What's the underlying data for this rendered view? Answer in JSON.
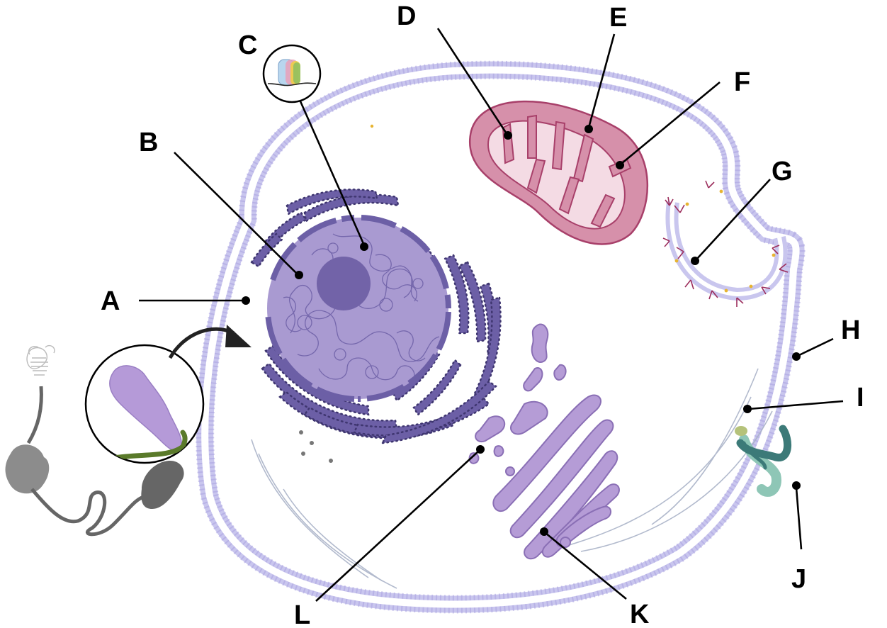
{
  "labels": {
    "A": "A",
    "B": "B",
    "C": "C",
    "D": "D",
    "E": "E",
    "F": "F",
    "G": "G",
    "H": "H",
    "I": "I",
    "J": "J",
    "K": "K",
    "L": "L"
  },
  "colors": {
    "membrane": "#c9c6ee",
    "membrane_dots": "#aaa3e0",
    "nucleus": "#a99ad1",
    "nucleolus": "#7263a8",
    "er": "#6c5fa6",
    "er_dark": "#3f3670",
    "golgi": "#b59cd6",
    "golgi_stroke": "#8a6fb5",
    "mito_outer": "#d690aa",
    "mito_stroke": "#a8406a",
    "mito_inner": "#f4dbe4",
    "glyco": "#9c2e5c",
    "cytoskeleton": "#aab3c8",
    "protein_grey": "#8c8c8c",
    "protein_dark": "#666666",
    "magnified_purple": "#b59ad8",
    "magnified_green": "#5a7a2a",
    "teal_dark": "#3c7a78",
    "teal_light": "#8ec6b6",
    "olive": "#b5c27a"
  },
  "icons": {
    "C_inset": "nucleosome-inset-icon",
    "arrow": "curved-arrow-icon"
  }
}
